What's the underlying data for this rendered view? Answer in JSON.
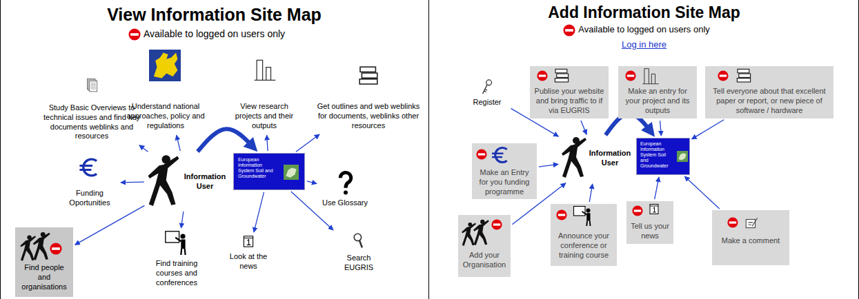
{
  "diagram": {
    "nodes": [
      {
        "text": [
          "View Information Site Map",
          "Available to logged on users only"
        ]
      },
      {
        "text": [
          "Study Basic Overviews to technical issues and find key documents weblinks and resources"
        ],
        "in": 0
      },
      {
        "text": [
          "Understand national approaches, policy and regulations"
        ],
        "in": 0
      },
      {
        "text": [
          "View research projects and their outputs"
        ],
        "in": 0
      },
      {
        "text": [
          "Get outlines and web weblinks for documents, weblinks other resources"
        ],
        "in": 0
      },
      {
        "text": [
          "Information User"
        ],
        "in": 0
      },
      {
        "text": [
          "European Information System Soil and Groundwater"
        ],
        "in": 0
      },
      {
        "text": [
          "Funding Oportunities"
        ],
        "in": 0
      },
      {
        "text": [
          "Use Glossary"
        ],
        "in": 0
      },
      {
        "text": [
          "Find people and organisations"
        ],
        "in": 0
      },
      {
        "text": [
          "Find training courses and conferences"
        ],
        "in": 0
      },
      {
        "text": [
          "Look at the news"
        ],
        "in": 0
      },
      {
        "text": [
          "Search EUGRIS"
        ],
        "in": 0
      },
      {
        "text": [
          "Add Information Site Map",
          "Available to logged on users only",
          "Log in here"
        ]
      },
      {
        "text": [
          "Register"
        ],
        "in": 13
      },
      {
        "text": [
          "Publise your website and bring traffic to if via EUGRIS"
        ],
        "in": 13
      },
      {
        "text": [
          "Make an entry for your project and its outputs"
        ],
        "in": 13
      },
      {
        "text": [
          "Tell everyone about that excellent paper or report, or new piece of software / hardware"
        ],
        "in": 13
      },
      {
        "text": [
          "Make an Entry for you funding programme"
        ],
        "in": 13
      },
      {
        "text": [
          "Add your Organisation"
        ],
        "in": 13
      },
      {
        "text": [
          "Announce your conference or training course"
        ],
        "in": 13
      },
      {
        "text": [
          "Tell us your news"
        ],
        "in": 13
      },
      {
        "text": [
          "Make a comment"
        ],
        "in": 13
      },
      {
        "text": [
          "Information User"
        ],
        "in": 13
      },
      {
        "text": [
          "European Information System Soil and Groundwater"
        ],
        "in": 13
      }
    ],
    "edges": [
      {
        "from": 5,
        "to": 1,
        "arrow": "to"
      },
      {
        "from": 5,
        "to": 2,
        "arrow": "to"
      },
      {
        "from": 6,
        "to": 3,
        "arrow": "to"
      },
      {
        "from": 6,
        "to": 4,
        "arrow": "to"
      },
      {
        "from": 5,
        "to": 7,
        "arrow": "to"
      },
      {
        "from": 6,
        "to": 8,
        "arrow": "to"
      },
      {
        "from": 5,
        "to": 9,
        "arrow": "to"
      },
      {
        "from": 5,
        "to": 10,
        "arrow": "to"
      },
      {
        "from": 6,
        "to": 11,
        "arrow": "to"
      },
      {
        "from": 6,
        "to": 12,
        "arrow": "to"
      },
      {
        "from": 5,
        "to": 6,
        "arrow": "to"
      },
      {
        "from": 14,
        "to": 23,
        "arrow": "to"
      },
      {
        "from": 15,
        "to": 23,
        "arrow": "to"
      },
      {
        "from": 16,
        "to": 24,
        "arrow": "to"
      },
      {
        "from": 17,
        "to": 24,
        "arrow": "to"
      },
      {
        "from": 18,
        "to": 23,
        "arrow": "to"
      },
      {
        "from": 19,
        "to": 23,
        "arrow": "to"
      },
      {
        "from": 20,
        "to": 23,
        "arrow": "to"
      },
      {
        "from": 21,
        "to": 24,
        "arrow": "to"
      },
      {
        "from": 22,
        "to": 24,
        "arrow": "to"
      },
      {
        "from": 23,
        "to": 24,
        "arrow": "to"
      }
    ]
  }
}
